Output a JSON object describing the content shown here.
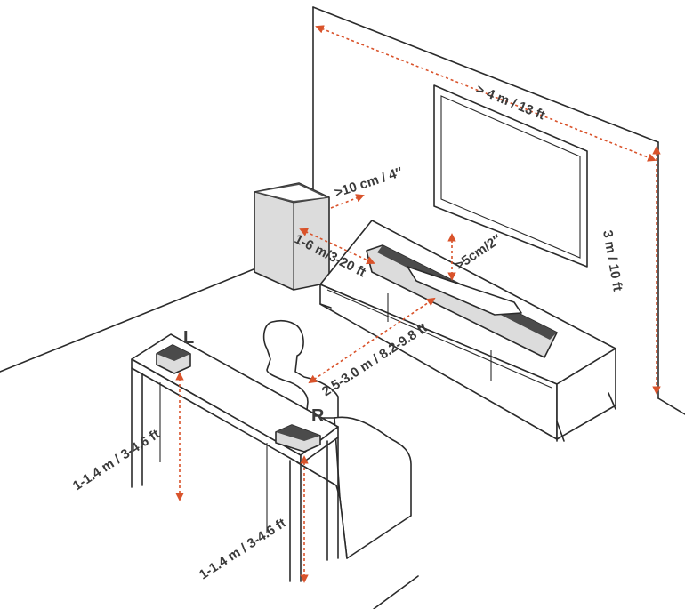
{
  "labels": {
    "room_width": "> 4 m / 13 ft",
    "room_height": "3 m / 10 ft",
    "sub_clearance": ">10 cm / 4″",
    "sub_distance": "1-6 m/3-20 ft",
    "tv_gap": ">5cm/2″",
    "listening_distance": "2.5-3.0 m / 8.2-9.8 ft",
    "left_height": "1-1.4 m / 3-4.6 ft",
    "right_height": "1-1.4 m / 3-4.6 ft",
    "left_marker": "L",
    "right_marker": "R"
  },
  "colors": {
    "dimension": "#d9532b",
    "outline": "#2b2b2b"
  }
}
